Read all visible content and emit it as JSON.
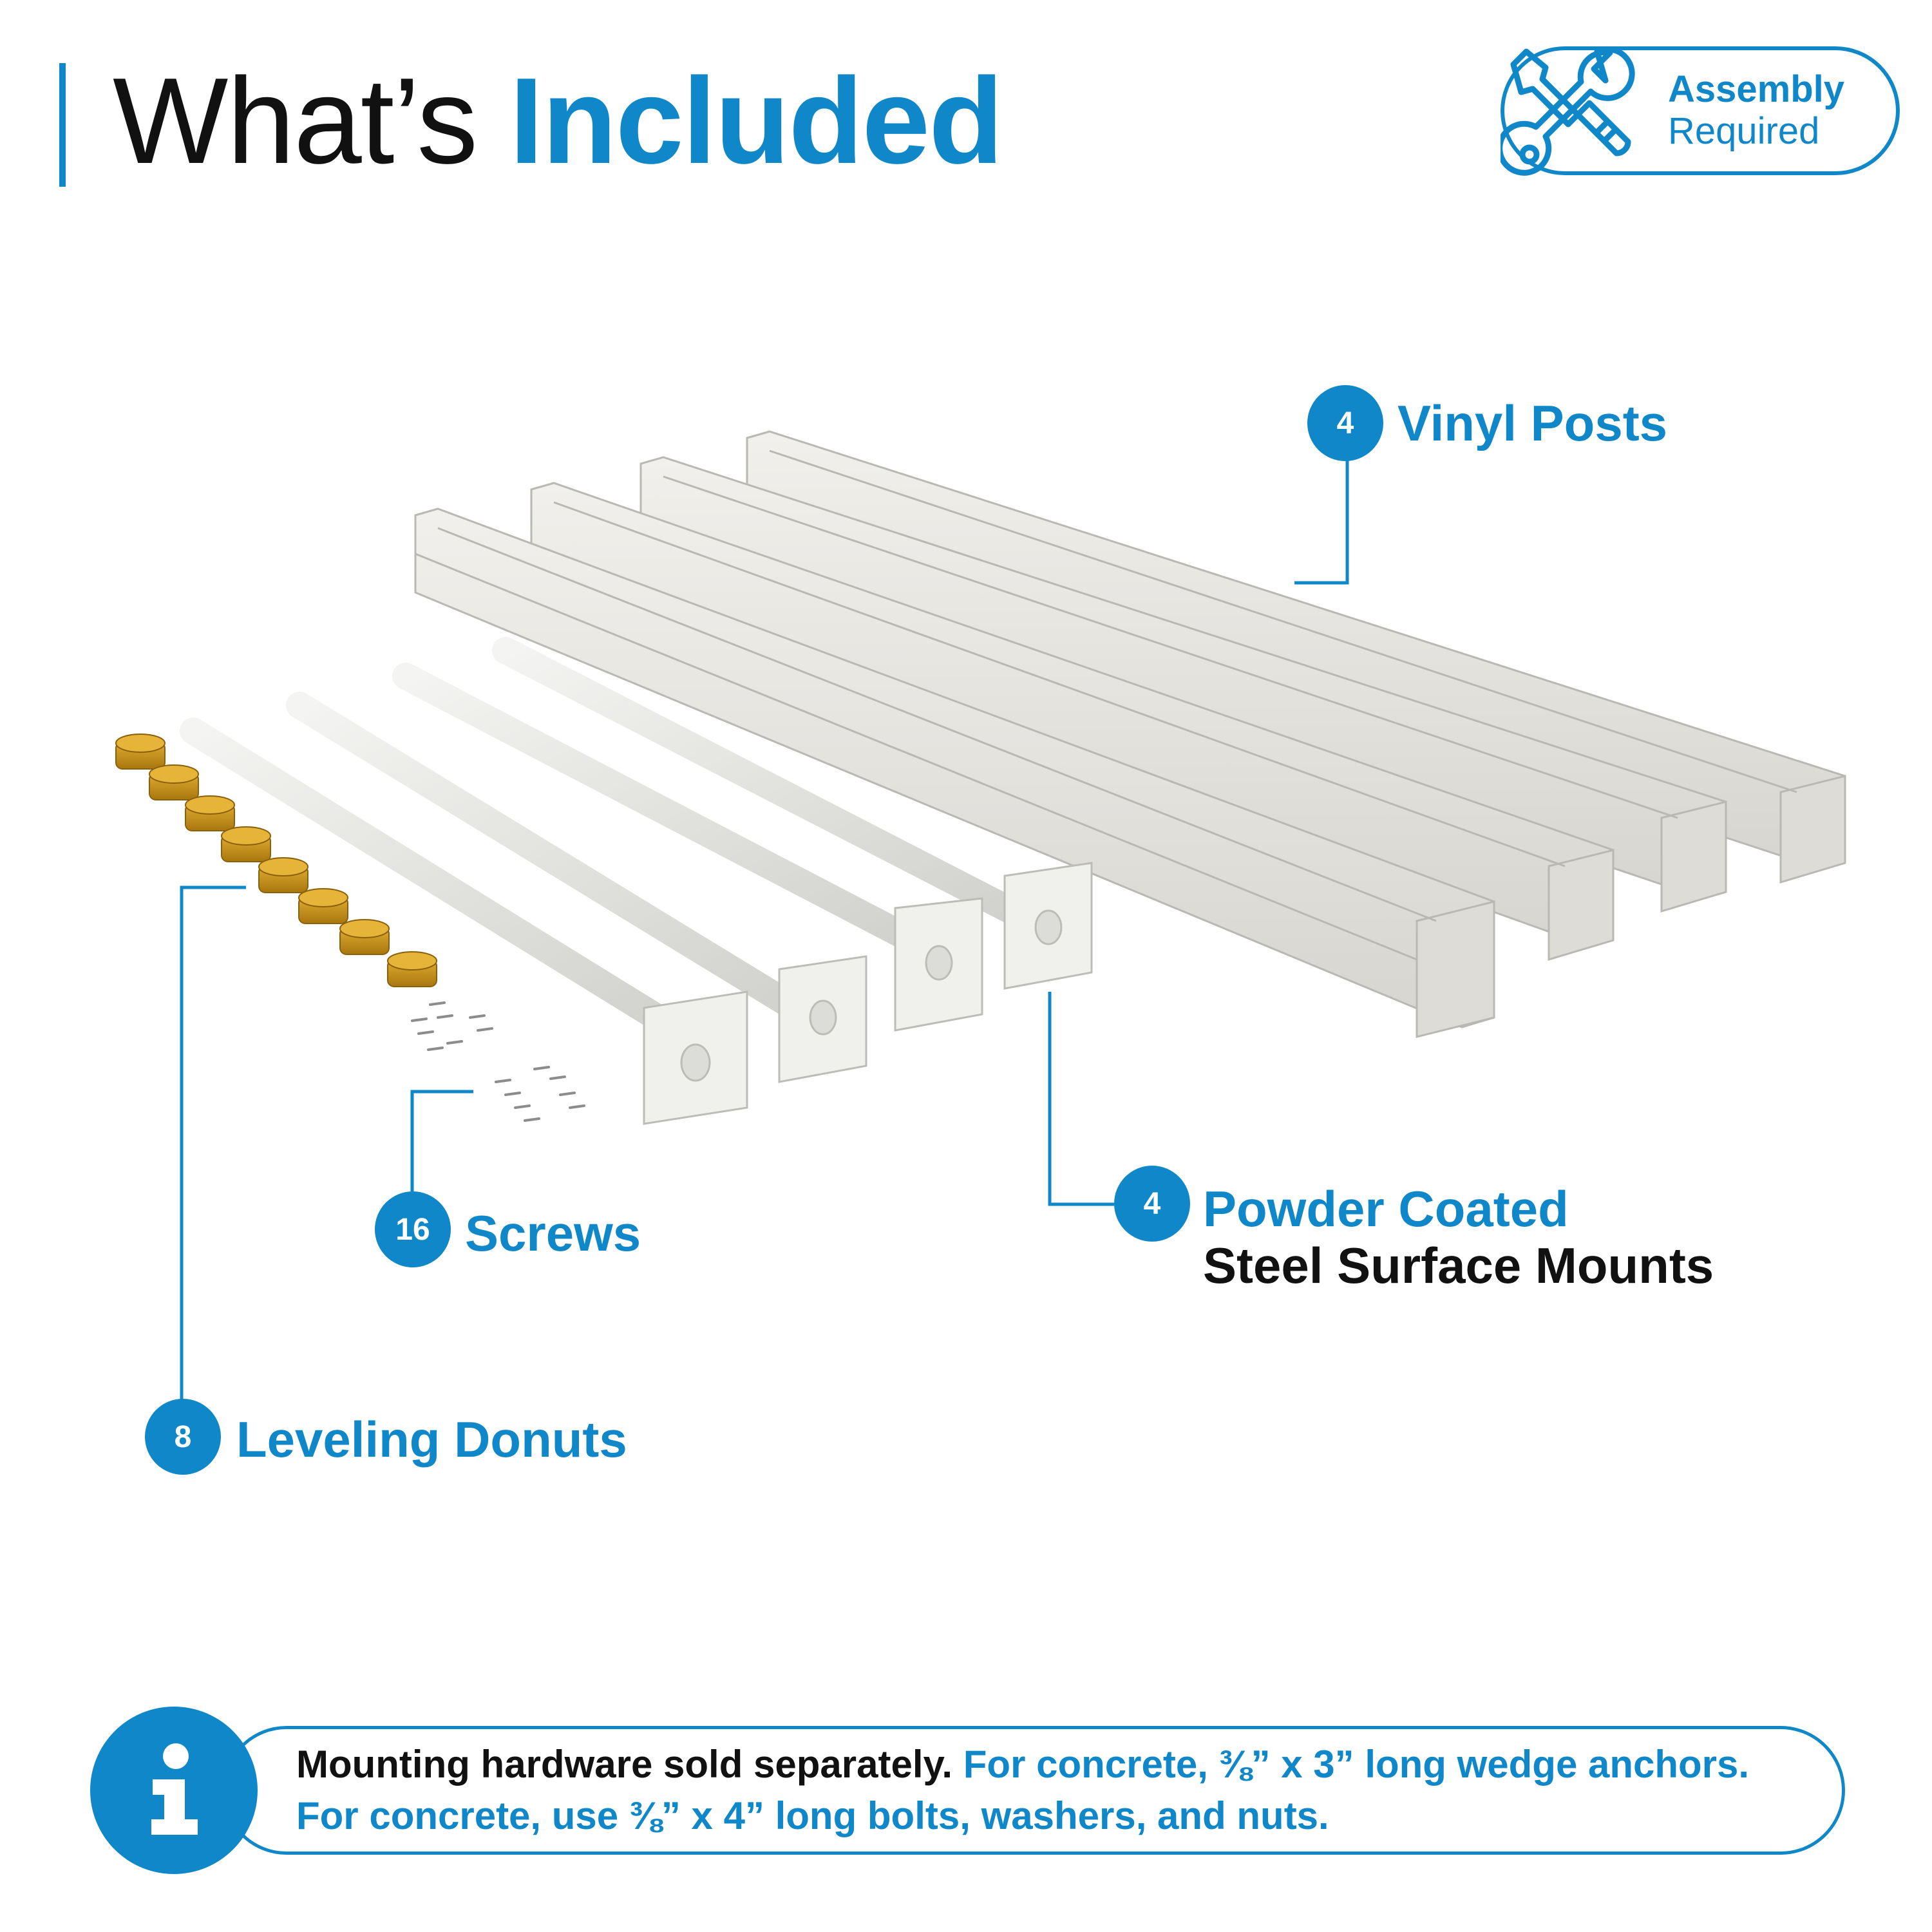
{
  "header": {
    "title_regular": "What’s",
    "title_bold": "Included"
  },
  "badge": {
    "icon": "wrench-screwdriver-icon",
    "line1": "Assembly",
    "line2": "Required"
  },
  "items": {
    "vinyl_posts": {
      "count": "4",
      "label": "Vinyl Posts"
    },
    "surface_mounts": {
      "count": "4",
      "label_line1": "Powder Coated",
      "label_line2": "Steel Surface Mounts"
    },
    "screws": {
      "count": "16",
      "label": "Screws"
    },
    "leveling_donuts": {
      "count": "8",
      "label": "Leveling Donuts"
    }
  },
  "info": {
    "icon": "info-icon",
    "line1_bold": "Mounting hardware sold separately.",
    "line1_blue": "For concrete, ⅜” x 3” long wedge anchors.",
    "line2_blue": "For concrete, use ⅜” x  4” long bolts, washers, and nuts."
  },
  "colors": {
    "accent": "#0f87c9",
    "text": "#111111",
    "post": "#e3e2de",
    "donut": "#c8941e"
  }
}
